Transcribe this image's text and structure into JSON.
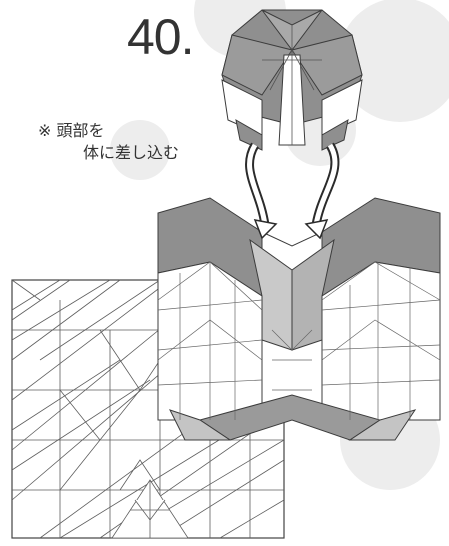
{
  "step": {
    "number": "40."
  },
  "note": {
    "mark": "※",
    "line1": "頭部を",
    "line2": "体に差し込む"
  },
  "colors": {
    "shade": "#8f8f8f",
    "paper": "#ffffff",
    "line": "#5e5e5e",
    "bubble": "#ececec",
    "arrow": "#2b2b2b"
  }
}
